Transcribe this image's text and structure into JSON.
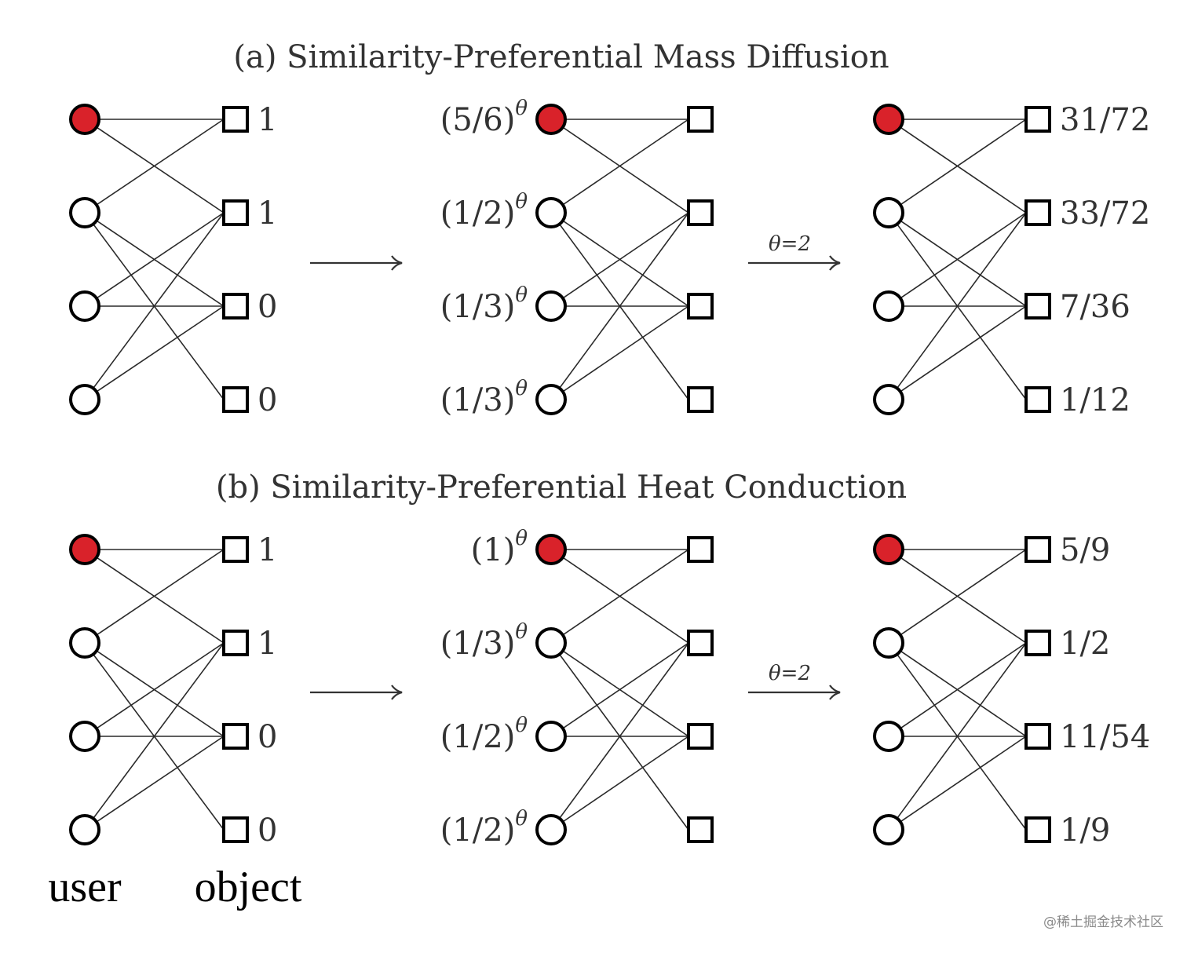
{
  "panels": [
    {
      "title": "(a) Similarity-Preferential Mass Diffusion",
      "edges": [
        [
          0,
          0
        ],
        [
          0,
          1
        ],
        [
          1,
          0
        ],
        [
          1,
          2
        ],
        [
          1,
          3
        ],
        [
          2,
          1
        ],
        [
          2,
          2
        ],
        [
          3,
          1
        ],
        [
          3,
          2
        ]
      ],
      "active_user": 0,
      "initial_values": [
        "1",
        "1",
        "0",
        "0"
      ],
      "user_weights": [
        "(5/6)",
        "(1/2)",
        "(1/3)",
        "(1/3)"
      ],
      "weight_exponent": "θ",
      "arrow_label": "θ=2",
      "result_values": [
        "31/72",
        "33/72",
        "7/36",
        "1/12"
      ]
    },
    {
      "title": "(b) Similarity-Preferential Heat Conduction",
      "edges": [
        [
          0,
          0
        ],
        [
          0,
          1
        ],
        [
          1,
          0
        ],
        [
          1,
          2
        ],
        [
          1,
          3
        ],
        [
          2,
          1
        ],
        [
          2,
          2
        ],
        [
          3,
          1
        ],
        [
          3,
          2
        ]
      ],
      "active_user": 0,
      "initial_values": [
        "1",
        "1",
        "0",
        "0"
      ],
      "user_weights": [
        "(1)",
        "(1/3)",
        "(1/2)",
        "(1/2)"
      ],
      "weight_exponent": "θ",
      "arrow_label": "θ=2",
      "result_values": [
        "5/9",
        "1/2",
        "11/54",
        "1/9"
      ]
    }
  ],
  "axis_labels": {
    "user": "user",
    "object": "object"
  },
  "watermark": "@稀土掘金技术社区",
  "colors": {
    "active_user": "#d9222a",
    "node_stroke": "#000000",
    "edge": "#2a2a2a",
    "text": "#333333"
  }
}
